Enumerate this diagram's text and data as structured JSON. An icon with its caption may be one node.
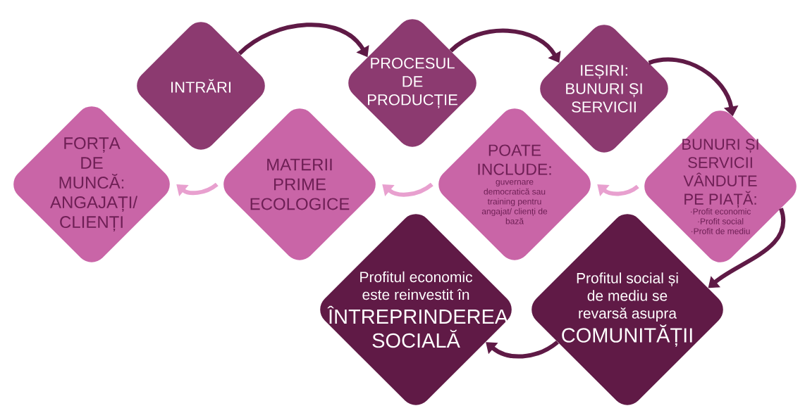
{
  "diagram": {
    "nodes": [
      {
        "text": [
          "INTRĂRI"
        ]
      },
      {
        "text": [
          "PROCESUL DE PRODUCȚIE"
        ]
      },
      {
        "text": [
          "IEȘIRI: BUNURI ȘI SERVICII"
        ]
      },
      {
        "text": [
          "FORȚA DE MUNCĂ: ANGAJAȚI/ CLIENȚI"
        ]
      },
      {
        "text": [
          "MATERII PRIME ECOLOGICE"
        ]
      },
      {
        "text": [
          "POATE INCLUDE:",
          "guvernare democratică sau training pentru angajat/ clienți de bază"
        ]
      },
      {
        "text": [
          "BUNURI ȘI SERVICII VÂNDUTE PE PIAȚĂ:",
          "·Profit economic",
          "·Profit social",
          "·Profit de mediu"
        ]
      },
      {
        "text": [
          "Profitul economic este reinvestit în",
          "ÎNTREPRINDEREA SOCIALĂ"
        ]
      },
      {
        "text": [
          "Profitul social și de mediu se revarsă asupra",
          "COMUNITĂȚII"
        ]
      }
    ],
    "edges": [
      {
        "from": 0,
        "to": 1,
        "arrow": "to"
      },
      {
        "from": 1,
        "to": 2,
        "arrow": "to"
      },
      {
        "from": 2,
        "to": 6,
        "arrow": "to"
      },
      {
        "from": 6,
        "to": 5,
        "arrow": "to",
        "color": "#e8a0cf"
      },
      {
        "from": 5,
        "to": 4,
        "arrow": "to",
        "color": "#e8a0cf"
      },
      {
        "from": 4,
        "to": 3,
        "arrow": "to",
        "color": "#e8a0cf"
      },
      {
        "from": 6,
        "to": 8,
        "arrow": "to"
      },
      {
        "from": 8,
        "to": 7,
        "arrow": "to"
      }
    ]
  }
}
